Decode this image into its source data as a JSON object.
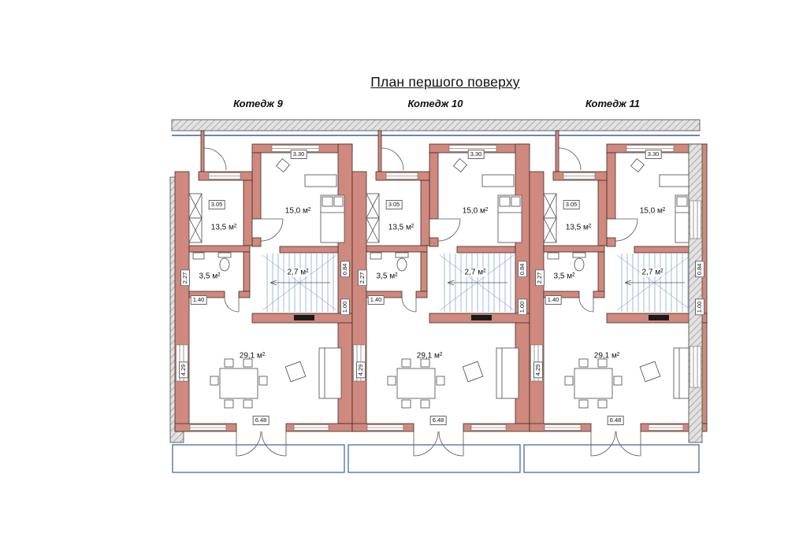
{
  "title": "План першого поверху",
  "units": [
    {
      "label": "Котедж 9"
    },
    {
      "label": "Котедж 10"
    },
    {
      "label": "Котедж 11"
    }
  ],
  "rooms": {
    "bedroom": "15,0 м²",
    "room": "13,5 м²",
    "bathroom": "3,5 м²",
    "stairs": "2,7 м²",
    "living": "29,1 м²"
  },
  "dims": {
    "d330": "3.30",
    "d305": "3.05",
    "d227": "2.27",
    "d140": "1.40",
    "d084": "0.84",
    "d100": "1.00",
    "d429": "4.29",
    "d648": "6.48"
  },
  "icons": [
    "wardrobe-icon",
    "toilet-icon",
    "sink-icon",
    "bed-icon",
    "desk-icon",
    "chair-icon",
    "dining-table-icon",
    "armchair-icon",
    "sofa-icon",
    "staircase",
    "entrance-door-icon"
  ],
  "colors": {
    "wall": "#d0897e",
    "outer": "#dedede",
    "line": "#3a5f9f",
    "stairs": "#8aa7d6"
  }
}
